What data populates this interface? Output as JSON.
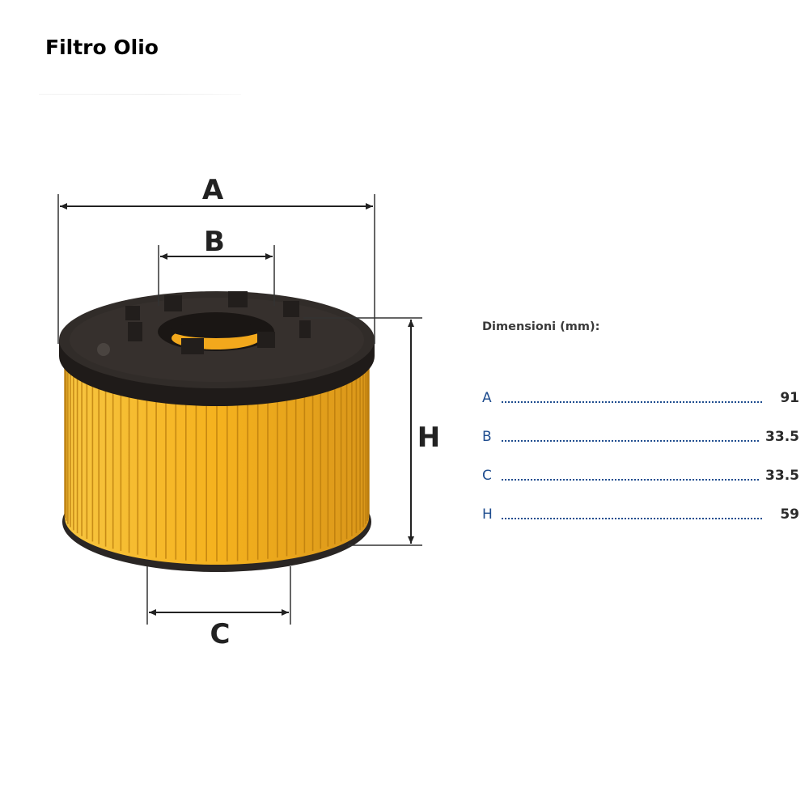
{
  "title": "Filtro Olio",
  "diagram": {
    "dimension_labels": {
      "A": "A",
      "B": "B",
      "C": "C",
      "H": "H"
    },
    "filter_colors": {
      "cap": "#2a2624",
      "pleat": "#f5b21e",
      "pleat_shadow": "#c98a10"
    }
  },
  "specs": {
    "heading": "Dimensioni (mm):",
    "rows": [
      {
        "label": "A",
        "value": "91"
      },
      {
        "label": "B",
        "value": "33.5"
      },
      {
        "label": "C",
        "value": "33.5"
      },
      {
        "label": "H",
        "value": "59"
      }
    ],
    "label_color": "#1f4d8f"
  }
}
